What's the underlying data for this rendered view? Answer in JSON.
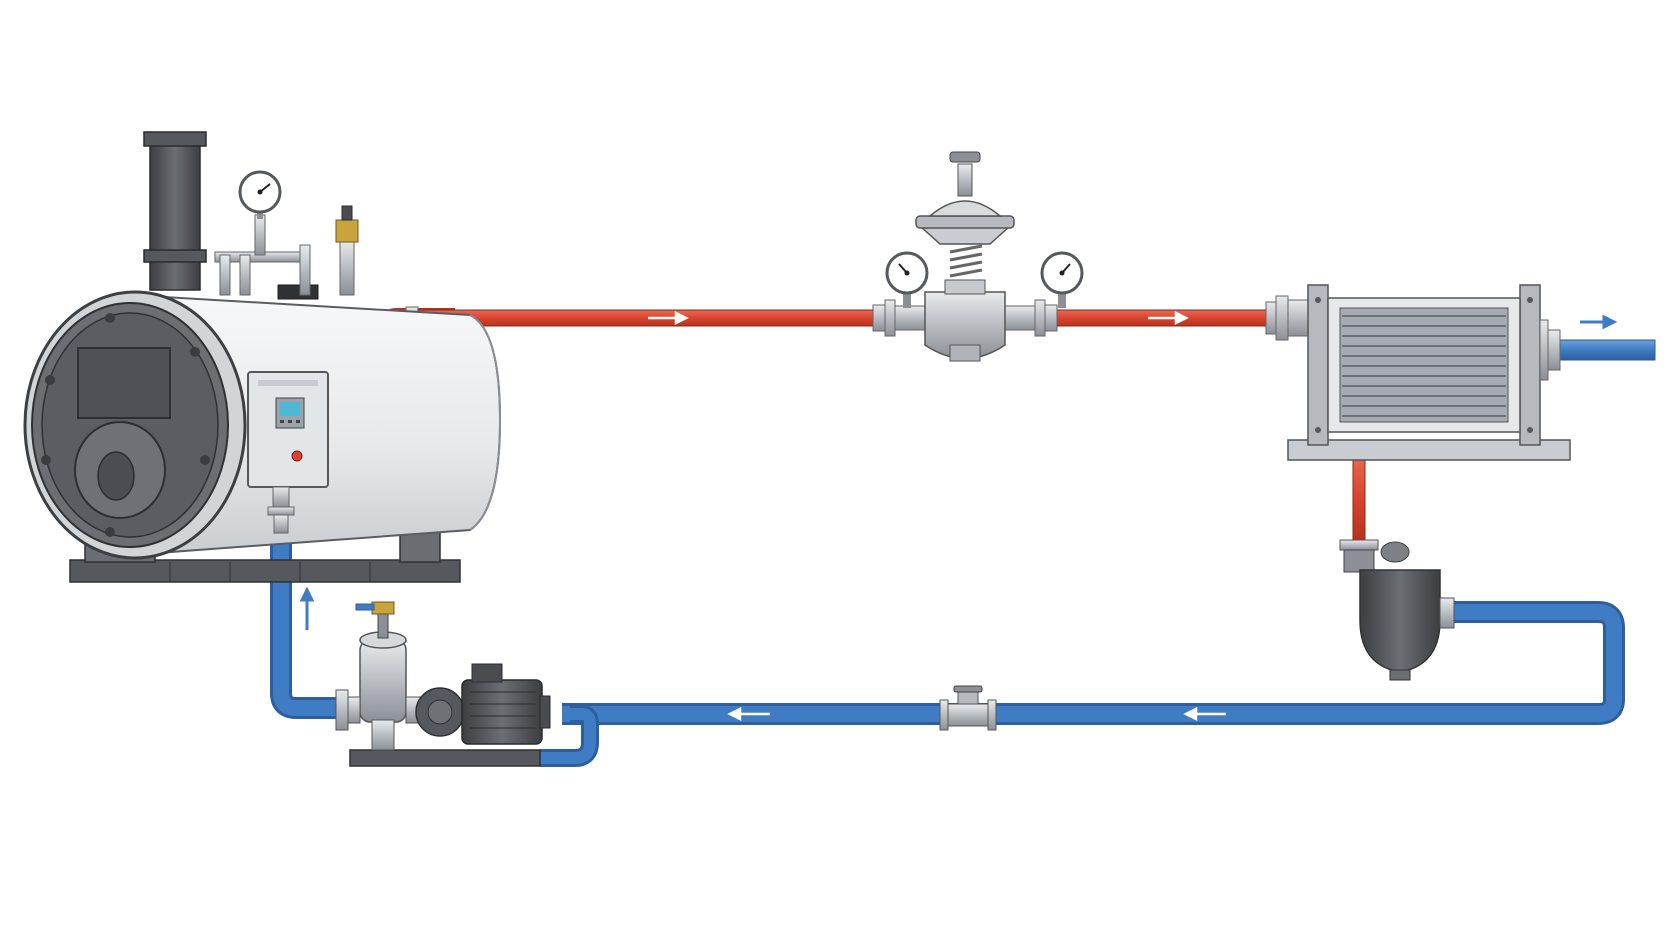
{
  "diagram": {
    "colors": {
      "steam": "#d9442f",
      "condensate": "#3f7cc4",
      "metal_dark": "#4a4c50",
      "metal_mid": "#8c9096",
      "metal_light": "#d7dadd",
      "boiler_shell": "#eceef0",
      "arrow": "#ffffff"
    },
    "components": [
      {
        "id": "boiler",
        "icon": "steam-boiler-icon"
      },
      {
        "id": "chimney",
        "icon": "chimney-stack-icon"
      },
      {
        "id": "boiler-control-panel",
        "icon": "control-panel-icon"
      },
      {
        "id": "pressure-reducing-valve",
        "icon": "pressure-reducing-valve-icon"
      },
      {
        "id": "inlet-pressure-gauge",
        "icon": "pressure-gauge-icon"
      },
      {
        "id": "outlet-pressure-gauge",
        "icon": "pressure-gauge-icon"
      },
      {
        "id": "heat-exchanger",
        "icon": "shell-and-tube-heat-exchanger-icon"
      },
      {
        "id": "steam-trap",
        "icon": "float-steam-trap-icon"
      },
      {
        "id": "strainer",
        "icon": "inline-strainer-icon"
      },
      {
        "id": "feed-pump",
        "icon": "centrifugal-pump-icon"
      },
      {
        "id": "pump-motor",
        "icon": "electric-motor-icon"
      },
      {
        "id": "condensate-receiver",
        "icon": "receiver-tank-icon"
      }
    ],
    "flow_arrows": [
      {
        "line": "steam",
        "direction": "right"
      },
      {
        "line": "steam",
        "direction": "right"
      },
      {
        "line": "process-outlet",
        "direction": "right"
      },
      {
        "line": "condensate-return",
        "direction": "left"
      },
      {
        "line": "condensate-return",
        "direction": "left"
      },
      {
        "line": "feedwater",
        "direction": "up"
      }
    ]
  }
}
